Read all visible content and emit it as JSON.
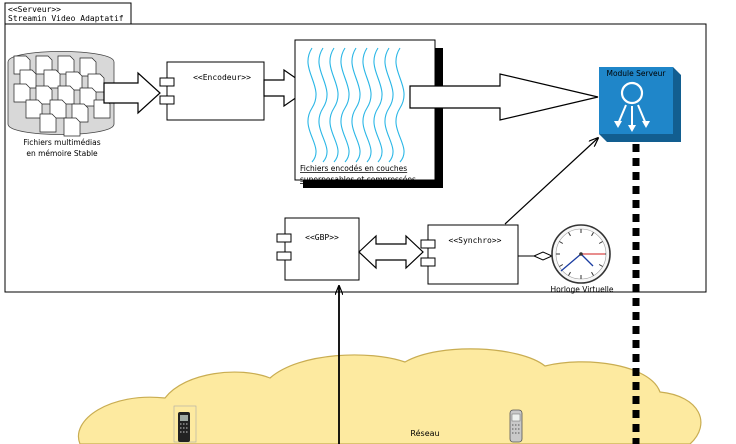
{
  "package": {
    "stereotype": "<<Serveur>>",
    "name": "Streamin Video Adaptatif"
  },
  "files": {
    "label_line1": "Fichiers multimédias",
    "label_line2": "en mémoire Stable",
    "icon": "document-stack-icon"
  },
  "encoder": {
    "label": "<<Encodeur>>"
  },
  "layers": {
    "label_line1": "Fichiers encodés en couches",
    "label_line2": "superposables et compressées"
  },
  "module": {
    "label": "Module Serveur",
    "icon": "server-module-icon"
  },
  "gbp": {
    "label": "<<GBP>>"
  },
  "synchro": {
    "label": "<<Synchro>>"
  },
  "clock": {
    "label": "Horloge Virtuelle",
    "icon": "clock-icon"
  },
  "network": {
    "label": "Réseau"
  },
  "devices": [
    "mobile-phone-icon",
    "mobile-phone-icon"
  ],
  "colors": {
    "wave": "#29b6e6",
    "module_fill": "#1f86c9",
    "cloud_fill": "#fdeaa0",
    "cloud_stroke": "#c9ad52"
  }
}
